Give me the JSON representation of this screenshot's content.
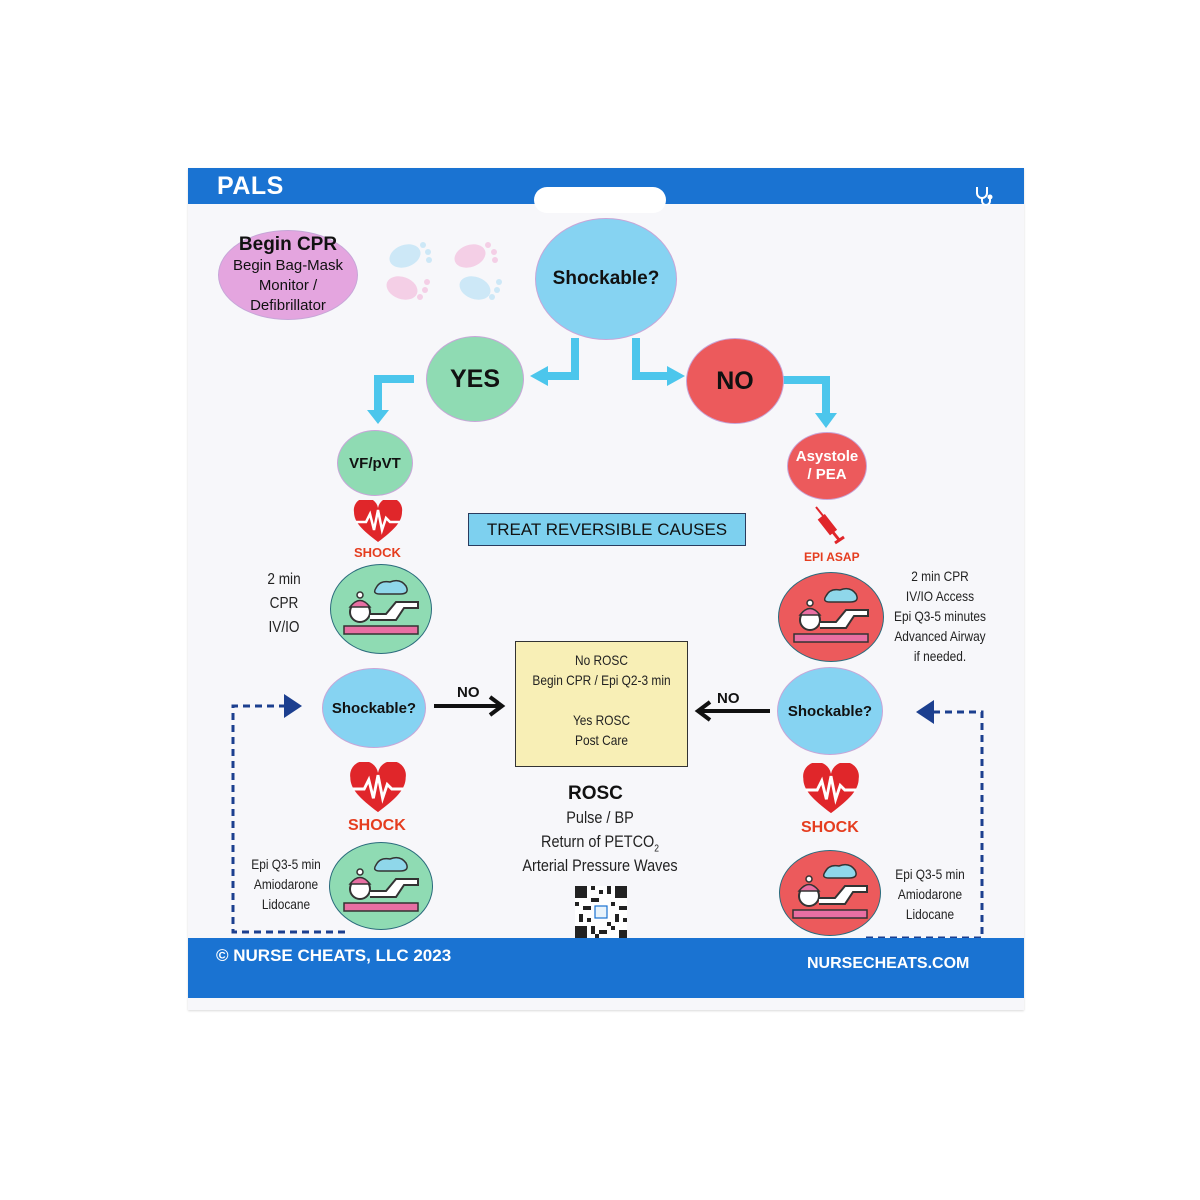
{
  "header": {
    "title": "PALS",
    "icon": "stethoscope-icon"
  },
  "start": {
    "title": "Begin CPR",
    "lines": [
      "Begin Bag-Mask",
      "Monitor /",
      "Defibrillator"
    ]
  },
  "decoration": {
    "icon": "baby-footprints-icon"
  },
  "decision_main": {
    "label": "Shockable?"
  },
  "yes_node": {
    "label": "YES"
  },
  "no_node": {
    "label": "NO"
  },
  "left_branch": {
    "rhythm": "VF/pVT",
    "shock1": "SHOCK",
    "cpr_lines": [
      "2 min",
      "CPR",
      "IV/IO"
    ],
    "decision": "Shockable?",
    "no_label": "NO",
    "shock2": "SHOCK",
    "meds_lines": [
      "Epi Q3-5 min",
      "Amiodarone",
      "Lidocane"
    ]
  },
  "right_branch": {
    "rhythm_lines": [
      "Asystole",
      "/ PEA"
    ],
    "epi_label": "EPI ASAP",
    "cpr_lines": [
      "2 min CPR",
      "IV/IO Access",
      "Epi Q3-5 minutes",
      "Advanced Airway",
      "if needed."
    ],
    "decision": "Shockable?",
    "no_label": "NO",
    "shock": "SHOCK",
    "meds_lines": [
      "Epi Q3-5 min",
      "Amiodarone",
      "Lidocane"
    ]
  },
  "treat_causes": "TREAT REVERSIBLE CAUSES",
  "rosc_box": {
    "lines": [
      "No ROSC",
      "Begin CPR / Epi Q2-3 min",
      "",
      "Yes ROSC",
      "Post Care"
    ]
  },
  "rosc_info": {
    "title": "ROSC",
    "lines": [
      "Pulse / BP",
      "Return of PETCO",
      "Arterial Pressure Waves"
    ],
    "subscript": "2"
  },
  "qr": {
    "icon": "qr-code-icon"
  },
  "footer": {
    "copyright": "© NURSE CHEATS, LLC 2023",
    "website": "NURSECHEATS.COM"
  },
  "colors": {
    "brand_blue": "#1a73d2",
    "yes_green": "#8fdbb3",
    "no_red": "#ec5a5c",
    "decision_blue": "#86d3f2",
    "start_pink": "#e4a5df",
    "arrow_cyan": "#4cc6ec",
    "shock_red": "#e53d1f",
    "loop_navy": "#1c3f8f"
  }
}
